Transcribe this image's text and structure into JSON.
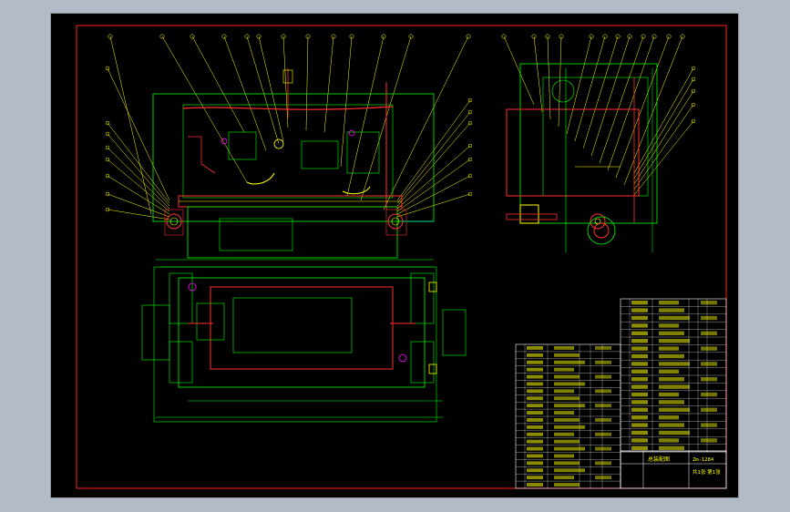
{
  "viewport": {
    "background": "#000000"
  },
  "colors": {
    "frame": "#ff2020",
    "outline": "#00ff00",
    "leader": "#ffff00",
    "part": "#ff3030",
    "accent": "#ffff00",
    "detail": "#ff00ff",
    "cyan": "#00ffff",
    "white": "#ffffff",
    "table_line": "#ffffff",
    "table_text": "#ffff00"
  },
  "title_block": {
    "drawing_no": "Zm-1284",
    "drawing_title": "总装配图",
    "sheet": "共1张 第1张"
  }
}
